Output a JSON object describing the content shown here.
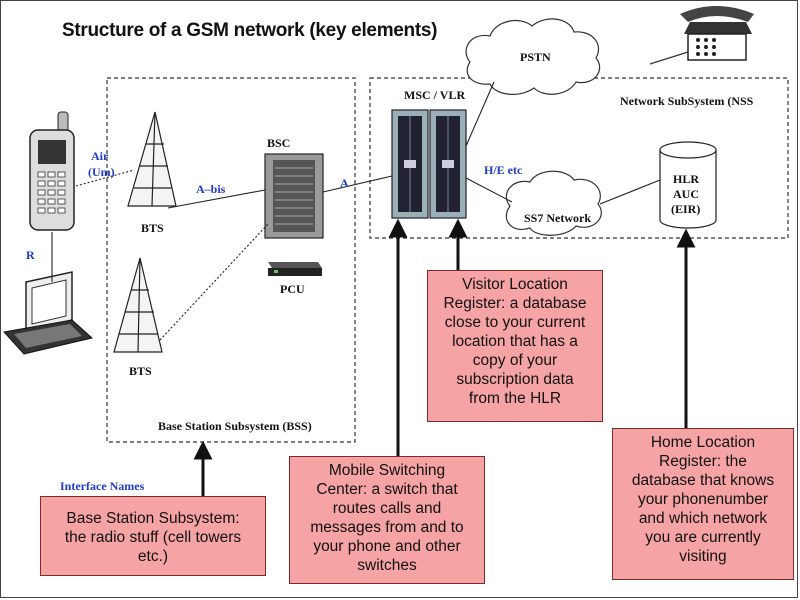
{
  "title": "Structure of a GSM network (key elements)",
  "labels": {
    "pstn": "PSTN",
    "msc_vlr": "MSC / VLR",
    "nss": "Network SubSystem (NSS",
    "air_um_1": "Air",
    "air_um_2": "(Um)",
    "a_bis": "A–bis",
    "bsc": "BSC",
    "a_interface": "A",
    "he_etc": "H/E etc",
    "ss7": "SS7 Network",
    "hlr": "HLR",
    "auc": "AUC",
    "eir": "(EIR)",
    "bts_top": "BTS",
    "bts_bottom": "BTS",
    "pcu": "PCU",
    "r_interface": "R",
    "bss": "Base Station Subsystem (BSS)",
    "interface_names": "Interface Names"
  },
  "callouts": {
    "vlr": "Visitor Location\nRegister: a database\nclose to your current\nlocation that has a\ncopy of your\nsubscription data\nfrom the HLR",
    "hlr": "Home Location\nRegister: the\ndatabase that knows\nyour phonenumber\nand which network\nyou are currently\nvisiting",
    "msc": "Mobile Switching\nCenter: a switch that\nroutes calls and\nmessages from and to\nyour phone and other\nswitches",
    "bss": "Base Station Subsystem:\nthe radio stuff (cell towers\netc.)"
  },
  "colors": {
    "callout_fill": "#f6a3a5",
    "interface_label": "#1e3cc8"
  }
}
